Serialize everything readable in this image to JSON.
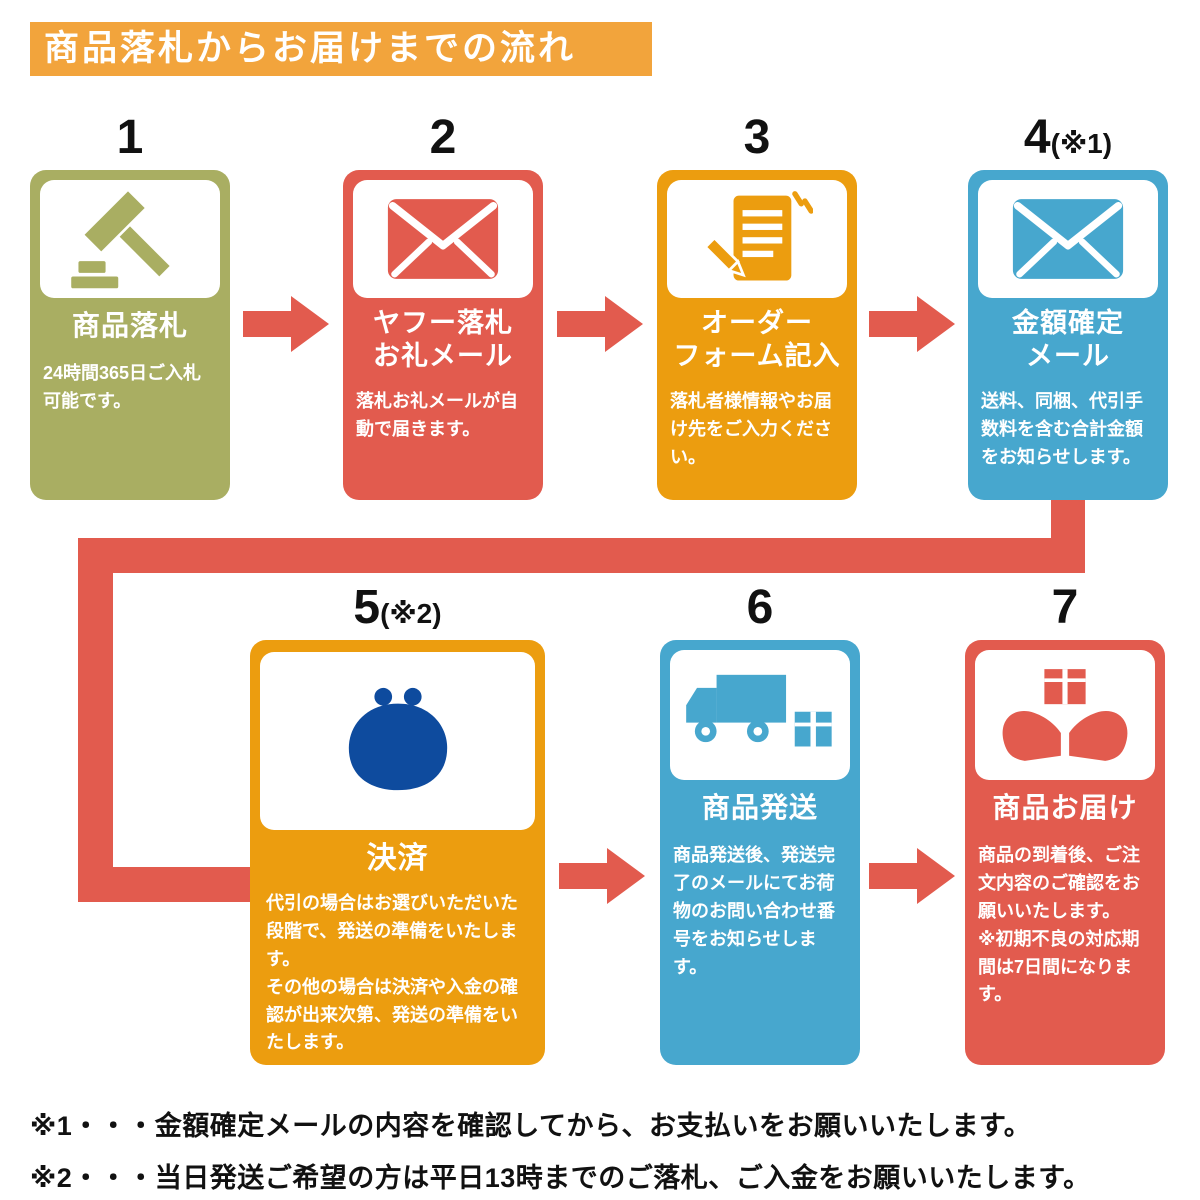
{
  "header": {
    "title": "商品落札からお届けまでの流れ"
  },
  "steps": [
    {
      "number": "1",
      "icon": "gavel-icon",
      "title": "商品落札",
      "body": "24時間365日ご入札可能です。"
    },
    {
      "number": "2",
      "icon": "mail-icon",
      "title": "ヤフー落札\nお礼メール",
      "body": "落札お礼メールが自動で届きます。"
    },
    {
      "number": "3",
      "icon": "order-form-icon",
      "title": "オーダー\nフォーム記入",
      "body": "落札者様情報やお届け先をご入力ください。"
    },
    {
      "number": "4",
      "number_note": "(※1)",
      "icon": "mail-icon",
      "title": "金額確定\nメール",
      "body": "送料、同梱、代引手数料を含む合計金額をお知らせします。"
    },
    {
      "number": "5",
      "number_note": "(※2)",
      "icon": "coin-purse-icon",
      "title": "決済",
      "body": "代引の場合はお選びいただいた段階で、発送の準備をいたします。\nその他の場合は決済や入金の確認が出来次第、発送の準備をいたします。"
    },
    {
      "number": "6",
      "icon": "truck-icon",
      "title": "商品発送",
      "body": "商品発送後、発送完了のメールにてお荷物のお問い合わせ番号をお知らせします。"
    },
    {
      "number": "7",
      "icon": "hands-package-icon",
      "title": "商品お届け",
      "body": "商品の到着後、ご注文内容のご確認をお願いいたします。\n※初期不良の対応期間は7日間になります。"
    }
  ],
  "notes": [
    "※1・・・金額確定メールの内容を確認してから、お支払いをお願いいたします。",
    "※2・・・当日発送ご希望の方は平日13時までのご落札、ご入金をお願いいたします。"
  ],
  "colors": {
    "header": "#F2A43C",
    "olive": "#A9AE62",
    "red": "#E25B4E",
    "orange": "#EC9D0F",
    "blue": "#47A7CE",
    "navy": "#0E4B9E"
  }
}
